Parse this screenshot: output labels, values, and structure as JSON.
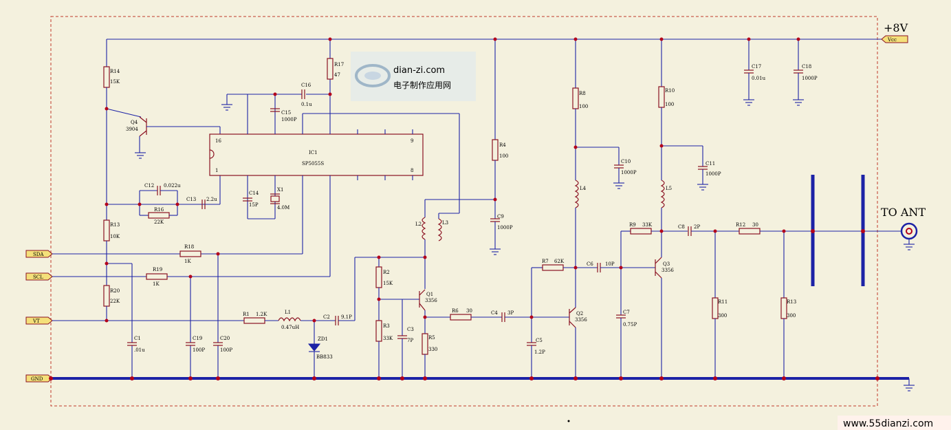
{
  "rails": {
    "vcc": "+8V",
    "vcc_port": "Vcc",
    "antenna": "TO ANT",
    "ports": {
      "sda": "SDA",
      "scl": "SCL",
      "vt": "VT",
      "gnd": "GND"
    }
  },
  "ic": {
    "ref": "IC1",
    "part": "SP5055S",
    "pins": {
      "p16": "16",
      "p1": "1",
      "p9": "9",
      "p8": "8"
    }
  },
  "components": {
    "R14": {
      "ref": "R14",
      "value": "15K"
    },
    "R17": {
      "ref": "R17",
      "value": "47"
    },
    "C16": {
      "ref": "C16",
      "value": "0.1u"
    },
    "C15": {
      "ref": "C15",
      "value": "1000P"
    },
    "Q4": {
      "ref": "Q4",
      "value": "3904"
    },
    "C12": {
      "ref": "C12",
      "value": "0.022u"
    },
    "R16": {
      "ref": "R16",
      "value": "22K"
    },
    "C13": {
      "ref": "C13",
      "value": "2.2u"
    },
    "C14": {
      "ref": "C14",
      "value": "15P"
    },
    "X1": {
      "ref": "X1",
      "value": "4.0M"
    },
    "R13a": {
      "ref": "R13",
      "value": "10K"
    },
    "R18": {
      "ref": "R18",
      "value": "1K"
    },
    "R19": {
      "ref": "R19",
      "value": "1K"
    },
    "R20": {
      "ref": "R20",
      "value": "22K"
    },
    "C1": {
      "ref": "C1",
      "value": ".01u"
    },
    "C19": {
      "ref": "C19",
      "value": "100P"
    },
    "C20": {
      "ref": "C20",
      "value": "100P"
    },
    "R1": {
      "ref": "R1",
      "value": "1.2K"
    },
    "L1": {
      "ref": "L1",
      "value": "0.47uH"
    },
    "C2": {
      "ref": "C2",
      "value": "9.1P"
    },
    "ZD1": {
      "ref": "ZD1",
      "value": "BB833"
    },
    "L2": {
      "ref": "L2",
      "value": ""
    },
    "L3": {
      "ref": "L3",
      "value": ""
    },
    "R2": {
      "ref": "R2",
      "value": "15K"
    },
    "R3": {
      "ref": "R3",
      "value": "33K"
    },
    "C3": {
      "ref": "C3",
      "value": "7P"
    },
    "Q1": {
      "ref": "Q1",
      "value": "3356"
    },
    "R5": {
      "ref": "R5",
      "value": "330"
    },
    "R4": {
      "ref": "R4",
      "value": "100"
    },
    "C9": {
      "ref": "C9",
      "value": "1000P"
    },
    "R6": {
      "ref": "R6",
      "value": "30"
    },
    "C4": {
      "ref": "C4",
      "value": "3P"
    },
    "C5": {
      "ref": "C5",
      "value": "1.2P"
    },
    "R7": {
      "ref": "R7",
      "value": "62K"
    },
    "Q2": {
      "ref": "Q2",
      "value": "3356"
    },
    "R8": {
      "ref": "R8",
      "value": "100"
    },
    "C10": {
      "ref": "C10",
      "value": "1000P"
    },
    "L4": {
      "ref": "L4",
      "value": ""
    },
    "C6": {
      "ref": "C6",
      "value": "10P"
    },
    "C7": {
      "ref": "C7",
      "value": "0.75P"
    },
    "R9": {
      "ref": "R9",
      "value": "33K"
    },
    "Q3": {
      "ref": "Q3",
      "value": "3356"
    },
    "R10": {
      "ref": "R10",
      "value": "100"
    },
    "C11": {
      "ref": "C11",
      "value": "1000P"
    },
    "L5": {
      "ref": "L5",
      "value": ""
    },
    "C8": {
      "ref": "C8",
      "value": "2P"
    },
    "R12": {
      "ref": "R12",
      "value": "30"
    },
    "R11": {
      "ref": "R11",
      "value": "300"
    },
    "R13b": {
      "ref": "R13",
      "value": "300"
    },
    "C17": {
      "ref": "C17",
      "value": "0.01u"
    },
    "C18": {
      "ref": "C18",
      "value": "1000P"
    }
  },
  "watermark": {
    "site": "dian-zi.com",
    "tagline": "电子制作应用网"
  },
  "footer": {
    "url": "www.55dianzi.com"
  }
}
